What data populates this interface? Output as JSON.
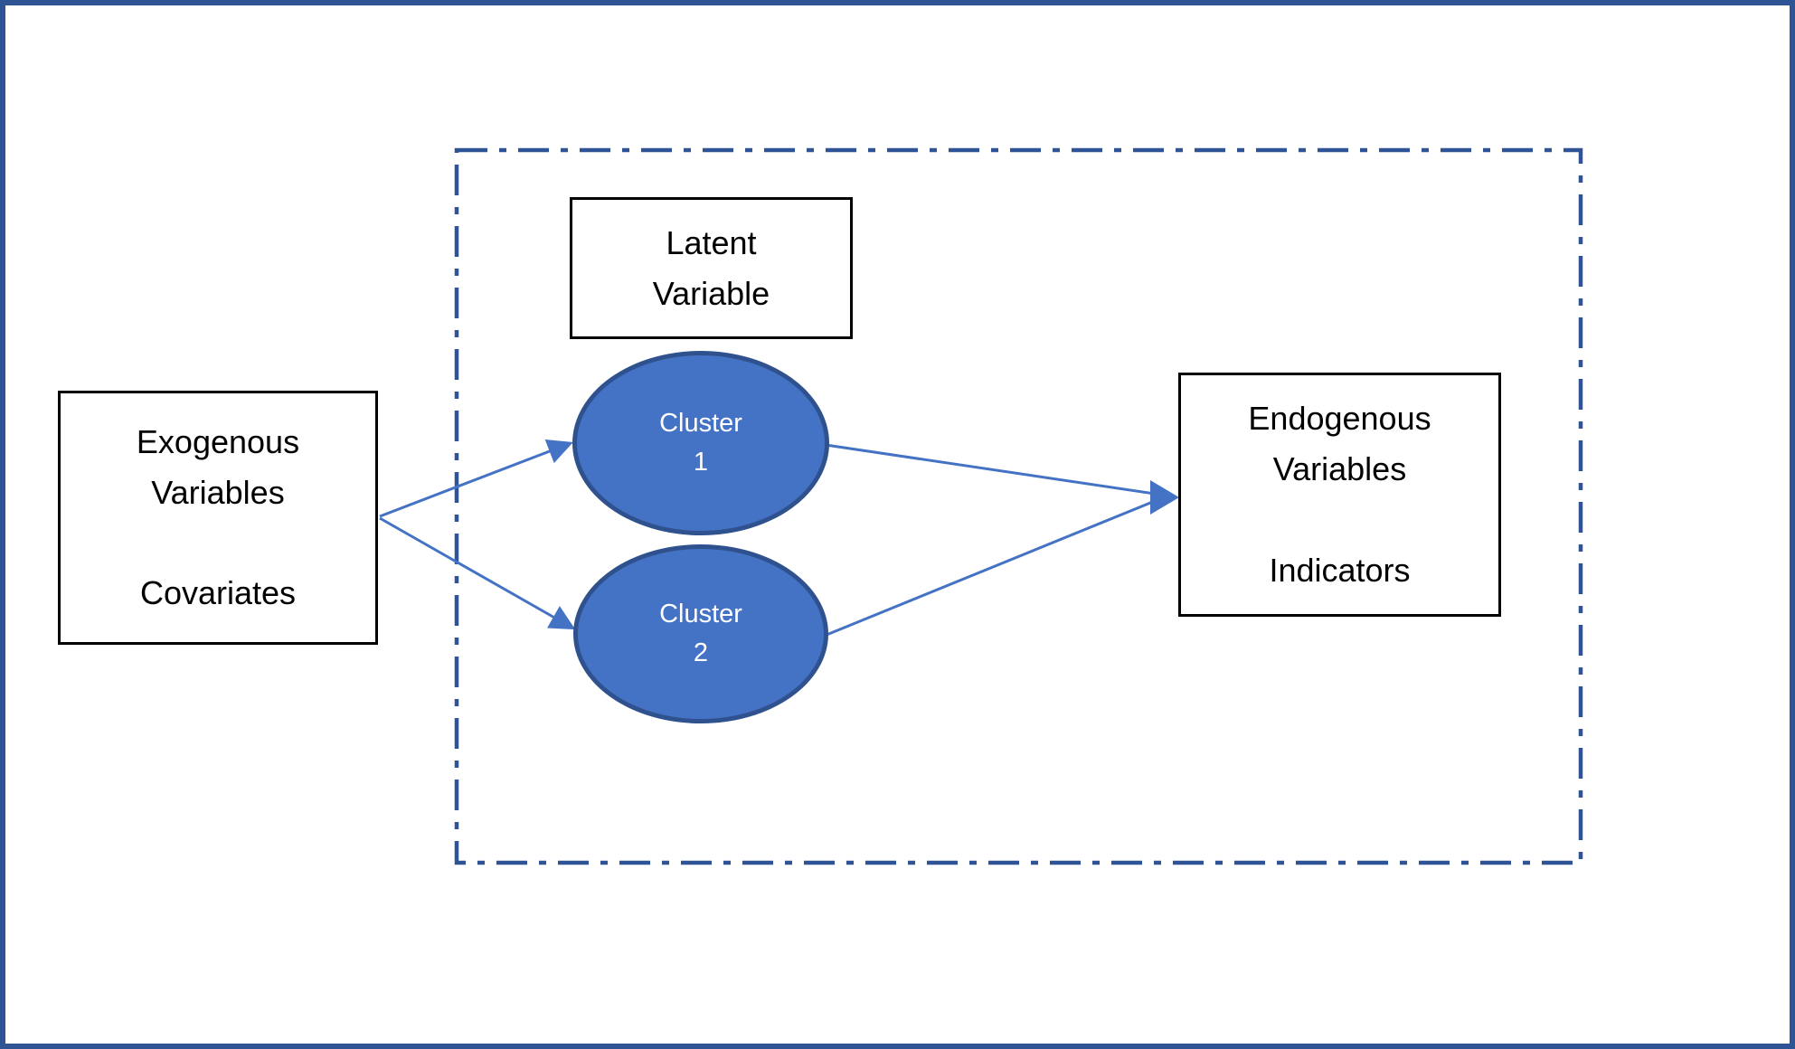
{
  "diagram": {
    "nodes": {
      "exogenous": {
        "text": "Exogenous\nVariables\n\nCovariates"
      },
      "latent_label": {
        "text": "Latent\nVariable"
      },
      "cluster1": {
        "text": "Cluster\n1"
      },
      "cluster2": {
        "text": "Cluster\n2"
      },
      "endogenous": {
        "text": "Endogenous\nVariables\n\nIndicators"
      }
    },
    "edges": [
      {
        "from": "exogenous",
        "to": "cluster1",
        "style": "arrow"
      },
      {
        "from": "exogenous",
        "to": "cluster2",
        "style": "arrow"
      },
      {
        "from": "cluster1",
        "to": "endogenous",
        "style": "arrow"
      },
      {
        "from": "cluster2",
        "to": "endogenous",
        "style": "arrow"
      }
    ],
    "colors": {
      "outer_border": "#2F5496",
      "dashed_border": "#2F5496",
      "ellipse_fill": "#4472C4",
      "ellipse_stroke": "#2F528F",
      "arrow": "#4472C4",
      "node_border": "#000000",
      "node_fill": "#FFFFFF",
      "cluster_text": "#FFFFFF",
      "text": "#000000"
    }
  }
}
